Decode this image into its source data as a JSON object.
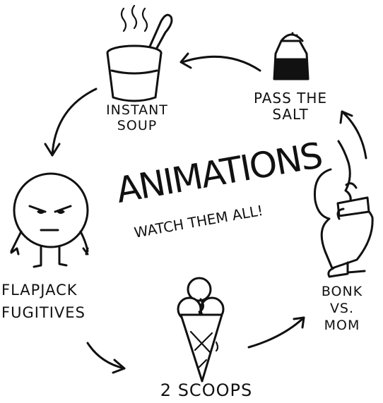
{
  "center": {
    "title": "ANIMATIONS",
    "subtitle": "WATCH THEM ALL!"
  },
  "items": [
    {
      "label": "INSTANT\nSOUP",
      "icon": "soup-cup-icon"
    },
    {
      "label": "PASS THE\nSALT",
      "icon": "salt-shaker-icon"
    },
    {
      "label": "BONK\nVS.\nMOM",
      "icon": "bonk-figure-icon"
    },
    {
      "label": "2 SCOOPS",
      "icon": "ice-cream-cone-icon"
    },
    {
      "label": "FLAPJACK\nFUGITIVES",
      "icon": "flapjack-character-icon"
    }
  ],
  "colors": {
    "ink": "#111111",
    "background": "#ffffff"
  }
}
